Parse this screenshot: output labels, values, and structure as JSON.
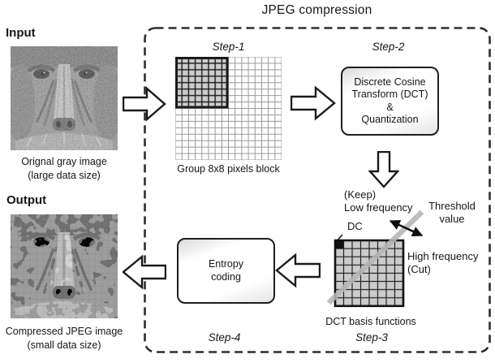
{
  "title": "JPEG compression",
  "input": {
    "label": "Input",
    "caption_line1": "Orignal gray image",
    "caption_line2": "(large data size)"
  },
  "output": {
    "label": "Output",
    "caption_line1": "Compressed JPEG image",
    "caption_line2": "(small data size)"
  },
  "steps": {
    "step1": {
      "label": "Step-1",
      "caption": "Group 8x8 pixels block"
    },
    "step2": {
      "label": "Step-2",
      "box_line1": "Discrete Cosine",
      "box_line2": "Transform (DCT)",
      "box_line3": "&",
      "box_line4": "Quantization"
    },
    "step3": {
      "label": "Step-3",
      "caption": "DCT basis functions",
      "dc_label": "DC",
      "keep_line1": "(Keep)",
      "keep_line2": "Low frequency",
      "threshold_line1": "Threshold",
      "threshold_line2": "value",
      "cut_line1": "High frequency",
      "cut_line2": "(Cut)"
    },
    "step4": {
      "label": "Step-4",
      "box_line1": "Entropy",
      "box_line2": "coding"
    }
  },
  "colors": {
    "background": "#ffffff",
    "line": "#1a1a1a",
    "dashed_border": "#2e2e2e",
    "block_cell_fill": "#cccccc",
    "dc_cell": "#111111",
    "threshold_line": "#b6b6b6"
  }
}
